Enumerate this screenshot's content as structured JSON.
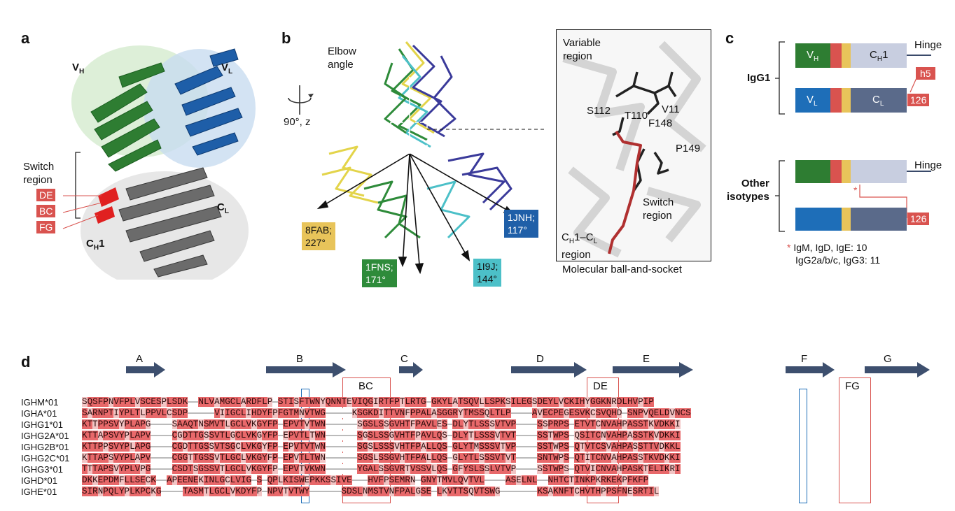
{
  "panel_a": {
    "letter": "a",
    "vh": "V",
    "vh_sub": "H",
    "vl": "V",
    "vl_sub": "L",
    "cl": "C",
    "cl_sub": "L",
    "ch1": "C",
    "ch1_sub": "H",
    "ch1_suffix": "1",
    "switch_region": "Switch\nregion",
    "loops": [
      "DE",
      "BC",
      "FG"
    ]
  },
  "panel_b": {
    "letter": "b",
    "elbow": "Elbow\nangle",
    "rotation": "90°, z",
    "structures": [
      {
        "label": "8FAB;\n227°"
      },
      {
        "label": "1FNS;\n171°"
      },
      {
        "label": "1I9J;\n144°"
      },
      {
        "label": "1JNH;\n117°"
      }
    ],
    "inset": {
      "variable": "Variable\nregion",
      "residues": [
        "S112",
        "T110",
        "V11",
        "F148",
        "P149"
      ],
      "switch": "Switch\nregion",
      "ch1cl": "C",
      "ch1cl_h": "H",
      "ch1cl_mid": "1–C",
      "ch1cl_l": "L",
      "ch1cl_end": "\nregion",
      "caption": "Molecular ball-and-socket"
    }
  },
  "panel_c": {
    "letter": "c",
    "igg1": "IgG1",
    "other": "Other\nisotypes",
    "hinge": "Hinge",
    "h5": "h5",
    "num": "126",
    "vh": "V",
    "vh_sub": "H",
    "ch1": "C",
    "ch1_sub": "H",
    "ch1_suf": "1",
    "vl": "V",
    "vl_sub": "L",
    "cl": "C",
    "cl_sub": "L",
    "footnote_star": "*",
    "footnote_1": "IgM, IgD, IgE: 10",
    "footnote_2": "IgG2a/b/c, IgG3: 11"
  },
  "panel_d": {
    "letter": "d",
    "strands": [
      "A",
      "B",
      "C",
      "D",
      "E",
      "F",
      "G"
    ],
    "loops": [
      "BC",
      "DE",
      "FG"
    ],
    "rows": [
      {
        "name": "IGHM*01",
        "seq": "SQSFPNVFPLVSCESPLSDK  NLVAMGCLARDFLP STISFTWNYQNNTEVIQGIRTFPTLRTG GKYLATSQVLLSPKSILEGSDEYLVCKIHYGGKNRDLHVPIP"
      },
      {
        "name": "IGHA*01",
        "seq": "SARNPTIYPLTLPPVLCSDP     VIIGCLIHDYFPFGTMNVTWG     KSGKDITTVNFPPALASGGRYTMSSQLTLP    AVECPEGESVKCSVQHD SNPVQELDVNCS"
      },
      {
        "name": "IGHG1*01",
        "seq": "KTTPPSVYPLAPG    SAAQTNSMVTLGCLVKGYFP EPVTVTWN      SGSLSSGVHTFPAVLES DLYTLSSSVTVP    SSPRPS ETVTCNVAHPASSTKVDKKI"
      },
      {
        "name": "IGHG2A*01",
        "seq": "KTTAPSVYPLAPV    CGDTTGSSVTLGCLVKGYFP EPVTLTWN      SGSLSSGVHTFPAVLQS DLYTLSSSVTVT    SSTWPS QSITCNVAHPASSTKVDKKI"
      },
      {
        "name": "IGHG2B*01",
        "seq": "KTTPPSVYPLAPG    CGDTTGSSVTSGCLVKGYFP EPVTVTWN      SGSLSSSVHTFPALLQS GLYTMSSSVTVP    SSTWPS QTVTCSVAHPASSTTVDKKL"
      },
      {
        "name": "IGHG2C*01",
        "seq": "KTTAPSVYPLAPV    CGGTTGSSVTLGCLVKGYFP EPVTLTWN      SGSLSSGVHTFPALLQS GLYTLSSSVTVT    SNTWPS QTITCNVAHPASSTKVDKKI"
      },
      {
        "name": "IGHG3*01",
        "seq": "TTTAPSVYPLVPG    CSDTSGSSVTLGCLVKGYFP EPVTVKWN      YGALSSGVRTVSSVLQS GFYSLSSLVTVP    SSTWPS QTVICNVAHPASKTELIKRI"
      },
      {
        "name": "IGHD*01",
        "seq": "DKKEPDMFLLSECK  APEENEKINLGCLVIG S QPLKISWEPKKSSIVE   HVFPSEMRN GNYTMVLQVTVL    ASELNL  NHTCTINKPKRKEKPFKFP"
      },
      {
        "name": "IGHE*01",
        "seq": "SIRNPQLYPLKPCKG    TASMTLGCLVKDYFP NPVTVTWY      SDSLNMSTVNFPALGSE LKVTTSQVTSWG       KSAKNFTCHVTHPPSFNESRTIL"
      }
    ]
  }
}
